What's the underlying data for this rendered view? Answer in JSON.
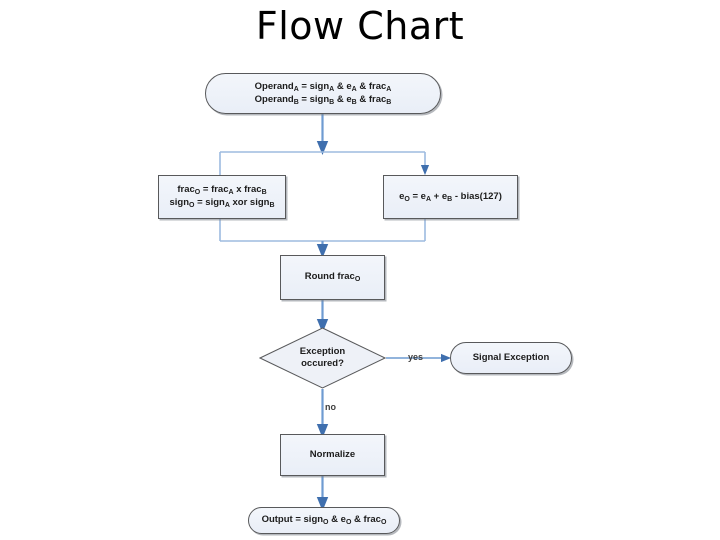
{
  "page": {
    "title": "Flow Chart",
    "background_color": "#ffffff"
  },
  "style": {
    "node_fill": "#eef1f7",
    "node_border": "#58595b",
    "connector_color": "#6f9bd1",
    "arrow_color": "#3f6fae",
    "text_color": "#1c1c1c"
  },
  "flowchart": {
    "nodes": {
      "operands": {
        "shape": "rounded",
        "line1": "Operand",
        "line1_sub": "A",
        "line1_rest": " = sign",
        "label": "Operand_A = sign_A & e_A & frac_A\nOperand_B = sign_B & e_B & frac_B"
      },
      "mantissa": {
        "shape": "rectangle",
        "label": "frac_O = frac_A x frac_B\nsign_O = sign_A xor sign_B"
      },
      "exponent": {
        "shape": "rectangle",
        "label": "e_O = e_A + e_B - bias(127)"
      },
      "round": {
        "shape": "rectangle",
        "label": "Round frac_O"
      },
      "exception": {
        "shape": "diamond",
        "label": "Exception\noccured?"
      },
      "signal_exception": {
        "shape": "rounded",
        "label": "Signal Exception"
      },
      "normalize": {
        "shape": "rectangle",
        "label": "Normalize"
      },
      "output": {
        "shape": "rounded",
        "label": "Output = sign_O & e_O & frac_O"
      }
    },
    "edge_labels": {
      "yes": "yes",
      "no": "no"
    }
  }
}
